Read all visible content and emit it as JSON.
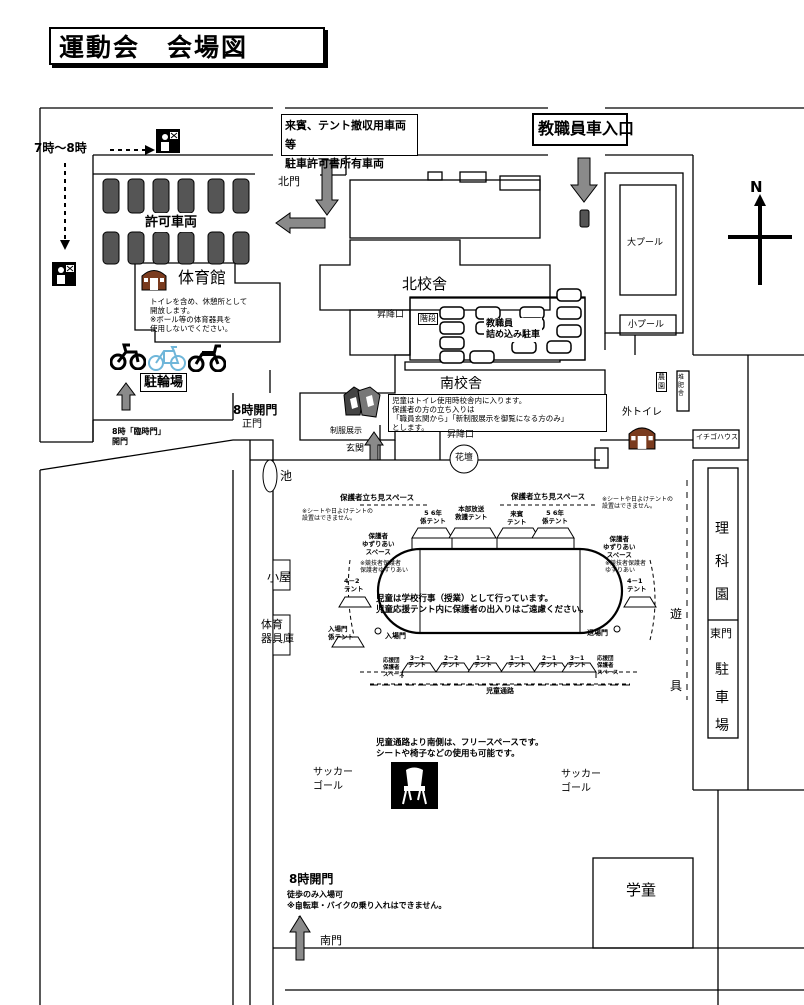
{
  "title": "運動会　会場図",
  "top": {
    "time_guide": "7時～8時",
    "guest_vehicle_sign": "来賓、テント撤収用車両等\n駐車許可書所有車両",
    "staff_entrance": "教職員車入口",
    "north_gate": "北門",
    "compass": "N"
  },
  "buildings": {
    "north_building": "北校舎",
    "south_building": "南校舎",
    "gym": "体育館",
    "big_pool": "大プール",
    "small_pool": "小プール",
    "rika_garden": "理\n科\n園",
    "east_gate": "東門",
    "east_parking": "駐\n車\n場",
    "gakudo": "学童",
    "hut": "小屋",
    "equipment": "体育\n器具庫",
    "pond": "池",
    "flower_bed": "花壇",
    "iko_house": "イチゴハウス",
    "noen": "農\n園",
    "compost": "堆\n肥\n舎",
    "outdoor_toilet": "外トイレ",
    "south_gate": "南門",
    "hoist_1": "昇降口",
    "hoist_2": "昇降口",
    "entrance": "玄関",
    "staircase": "階段",
    "seiji_display": "制服展示",
    "rika_dormitory": "遊\n具",
    "principal_gate": "正門"
  },
  "parking": {
    "permitted": "許可車両",
    "staff_parking": "教職員\n詰め込み駐車",
    "bicycle": "駐輪場"
  },
  "notes": {
    "gym_note": "トイレを含め、休憩所として\n開放します。\n※ボール等の体育器具を\n使用しないでください。",
    "school_note": "児童はトイレ使用時校舎内に入ります。\n保護者の方の立ち入りは\n「職員玄関から」「新制服展示を御覧になる方のみ」\nとします。",
    "gate_8_left": "8時開門",
    "temporary_gate": "8時「臨時門」\n開門",
    "field_note": "児童は学校行事（授業）として行っています。\n児童応援テント内に保護者の出入りはご遠慮ください。",
    "free_space": "児童通路より南側は、フリースペースです。\nシートや椅子などの使用も可能です。",
    "south_gate_open": "8時開門",
    "walk_only": "徒歩のみ入場可\n※自転車・バイクの乗り入れはできません。",
    "sheet_note_left": "※シートや日よけテントの\n設置はできません。",
    "sheet_note_right": "※シートや日よけテントの\n設置はできません。"
  },
  "field": {
    "guardian_left": "保護者立ち見スペース",
    "guardian_right": "保護者立ち見スペース",
    "tent_56_left": "5 6年\n係テント",
    "tent_hq": "本部放送\n救護テント",
    "tent_guest": "来賓\nテント",
    "tent_56_right": "5 6年\n係テント",
    "yuzuri_left": "保護者\nゆずりあい\nスペース",
    "yuzuri_right": "保護者\nゆずりあい\nスペース",
    "tent_42_left": "4－2\nテント",
    "tent_41_right": "4－1\nテント",
    "entry_tent": "入場門\n係テント",
    "entry_gate": "入場門",
    "exit_gate": "退場門",
    "class_tents": [
      "3－2\nテント",
      "2－2\nテント",
      "1－2\nテント",
      "1－1\nテント",
      "2－1\nテント",
      "3－1\nテント"
    ],
    "cheer_left": "応援団\n保護者\nスペース",
    "cheer_right": "応援団\n保護者\nスペース",
    "child_path": "児童通路",
    "soccer_left": "サッカー\nゴール",
    "soccer_right": "サッカー\nゴール",
    "guardian_small_left": "※シートや日よけテントの\n設置はできません。",
    "yuzuri_small_left": "※競技者保護者\n保護者ゆずりあい",
    "yuzuri_small_right": "※競技者保護者\nゆずりあい"
  },
  "icons": {
    "no_smoking": "no-smoking-sign-icon",
    "chair": "chair-icon",
    "bicycle": "bicycle-icon",
    "scooter": "scooter-icon",
    "toilet_building": "toilet-building-icon",
    "uniform_pile": "uniform-display-icon"
  }
}
